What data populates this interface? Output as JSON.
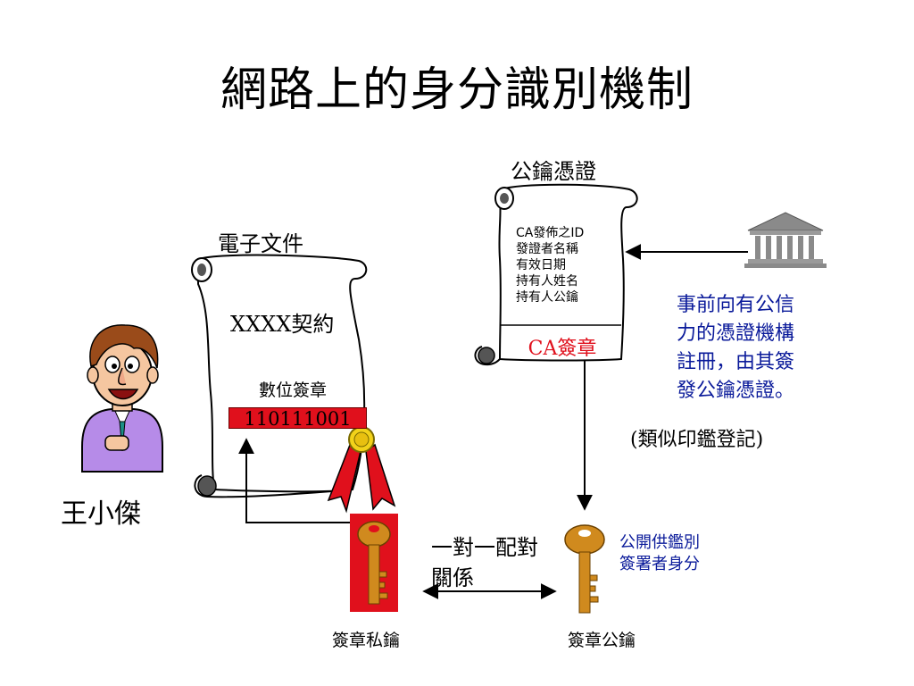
{
  "slide": {
    "title": "網路上的身分識別機制"
  },
  "person": {
    "name": "王小傑"
  },
  "document": {
    "label": "電子文件",
    "contract": "XXXX契約",
    "signature_label": "數位簽章",
    "signature_bits": "110111001"
  },
  "certificate": {
    "label": "公鑰憑證",
    "fields": [
      "CA發佈之ID",
      "發證者名稱",
      "有效日期",
      "持有人姓名",
      "持有人公鑰"
    ],
    "seal": "CA簽章"
  },
  "authority": {
    "description_lines": [
      "事前向有公信",
      "力的憑證機構",
      "註冊，由其簽",
      "發公鑰憑證。"
    ],
    "analogy": "(類似印鑑登記)"
  },
  "keys": {
    "private_label": "簽章私鑰",
    "public_label": "簽章公鑰",
    "pair_lines": [
      "一對一配對",
      "關係"
    ],
    "public_use_lines": [
      "公開供鑑別",
      "簽署者身分"
    ]
  },
  "colors": {
    "signature_red": "#e0101c",
    "description_blue": "#0a1a9a",
    "key_gold": "#d08a1e",
    "ribbon_red": "#e0101c",
    "seal_gold": "#f2d21a"
  }
}
